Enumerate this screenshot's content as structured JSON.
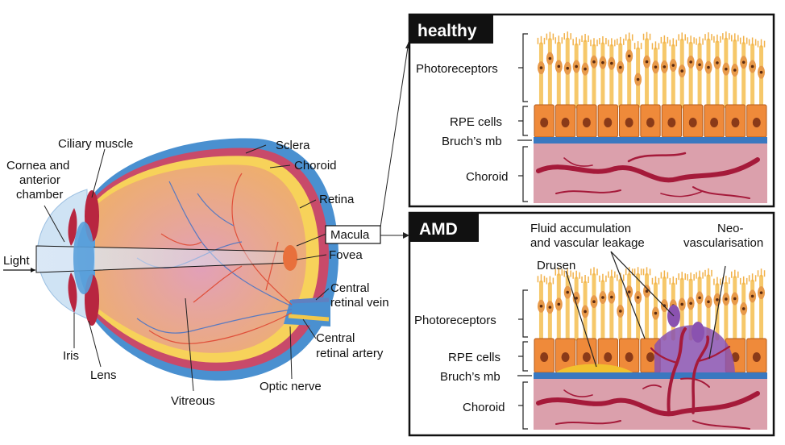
{
  "eye_labels": {
    "ciliary_muscle": "Ciliary muscle",
    "cornea_1": "Cornea and",
    "cornea_2": "anterior",
    "cornea_3": "chamber",
    "sclera": "Sclera",
    "choroid": "Choroid",
    "retina": "Retina",
    "macula": "Macula",
    "fovea": "Fovea",
    "light": "Light",
    "central_vein_1": "Central",
    "central_vein_2": "retinal vein",
    "central_artery_1": "Central",
    "central_artery_2": "retinal artery",
    "iris": "Iris",
    "lens": "Lens",
    "vitreous": "Vitreous",
    "optic_nerve": "Optic nerve"
  },
  "healthy_panel": {
    "title": "healthy",
    "photoreceptors": "Photoreceptors",
    "rpe_cells": "RPE cells",
    "bruchs_mb": "Bruch’s mb",
    "choroid": "Choroid"
  },
  "amd_panel": {
    "title": "AMD",
    "fluid_1": "Fluid accumulation",
    "fluid_2": "and vascular leakage",
    "neo_1": "Neo-",
    "neo_2": "vascularisation",
    "drusen": "Drusen",
    "photoreceptors": "Photoreceptors",
    "rpe_cells": "RPE cells",
    "bruchs_mb": "Bruch’s mb",
    "choroid": "Choroid"
  },
  "colors": {
    "sclera": "#4a90d0",
    "choroid_layer": "#c84a6a",
    "retina_layer": "#f7d25a",
    "eye_interior": "#e8a878",
    "macula_spot": "#e8703c",
    "rpe": "#ef8a3a",
    "rpe_border": "#b65a18",
    "rpe_nucleus": "#8a3a18",
    "photoreceptor": "#f6c86a",
    "bruchs": "#3a78c0",
    "choroid_tissue": "#dba0ac",
    "vessel": "#a51a3a",
    "drusen": "#f2c12e",
    "leakage": "#8a52b0",
    "muscle": "#b82640"
  }
}
